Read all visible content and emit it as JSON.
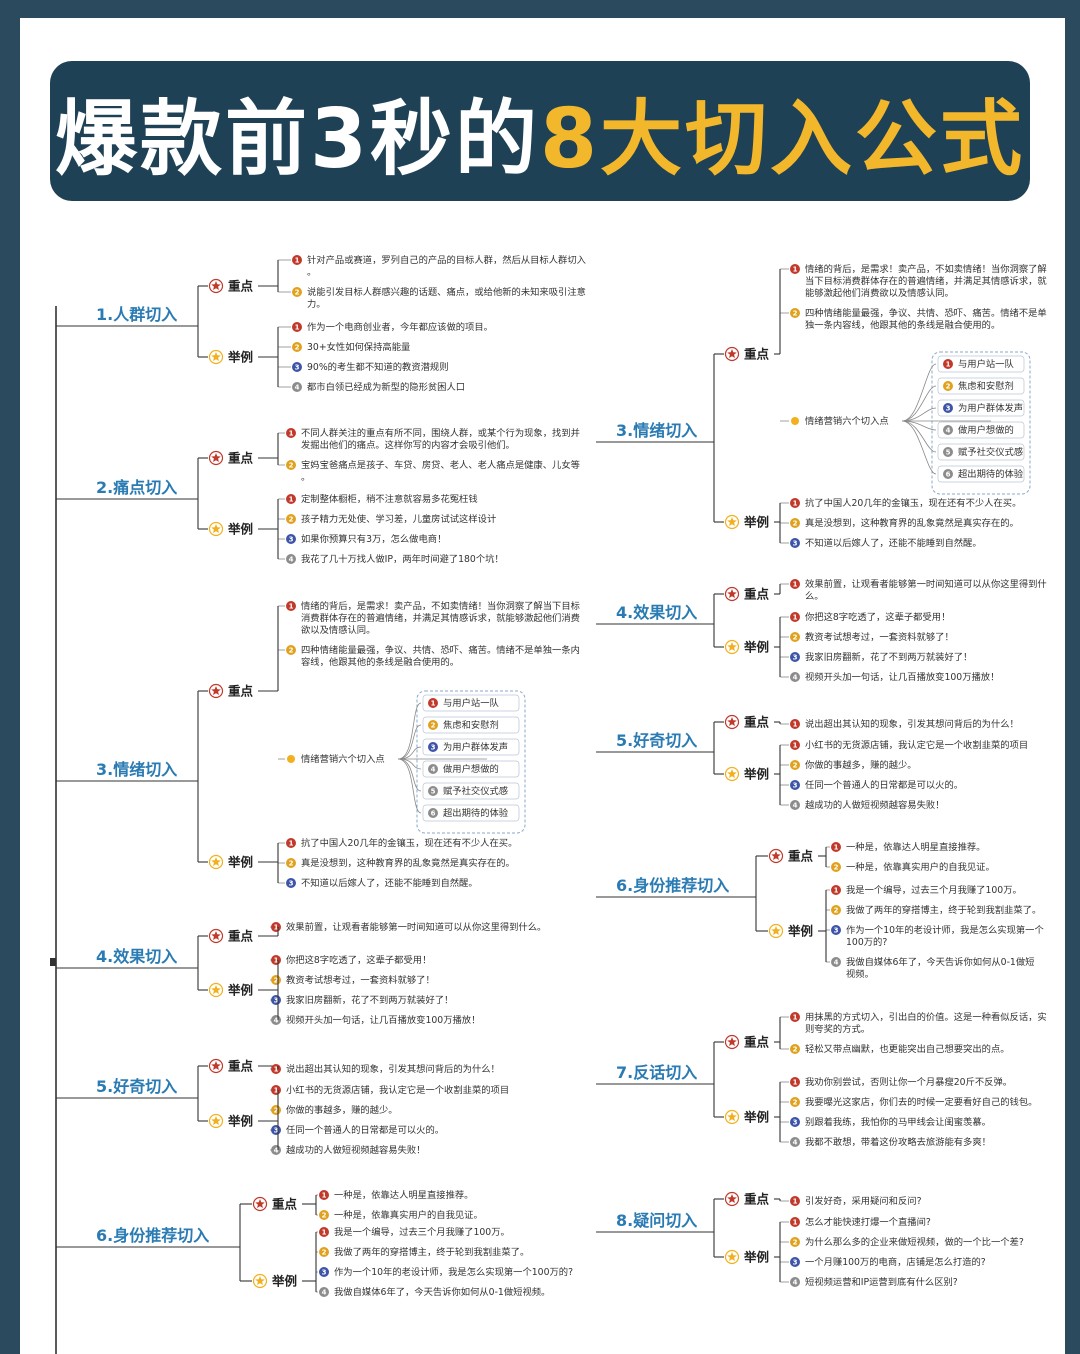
{
  "title": {
    "white": "爆款前3秒的",
    "yellow": "8大切入公式"
  },
  "tags": {
    "key": "重点",
    "example": "举例"
  },
  "colors": {
    "banner_bg": "#1f4156",
    "accent": "#f3b72b",
    "section_text": "#2a7bb3",
    "key_icon": "#c0392b",
    "example_icon": "#f2b01e"
  },
  "icons": {
    "key": "red-star-icon",
    "example": "yellow-star-icon",
    "numbers": "numbered-circle-icon"
  },
  "sections": [
    {
      "id": "s1",
      "label": "1.人群切入",
      "key": [
        "针对产品或赛道，罗列自己的产品的目标人群，然后从目标人群切入。",
        "说能引发目标人群感兴趣的话题、痛点，或给他新的未知来吸引注意力。"
      ],
      "example": [
        "作为一个电商创业者，今年都应该做的项目。",
        "30+女性如何保持高能量",
        "90%的考生都不知道的教资潜规则",
        "都市白领已经成为新型的隐形贫困人口"
      ]
    },
    {
      "id": "s2",
      "label": "2.痛点切入",
      "key": [
        "不同人群关注的重点有所不同，围绕人群，或某个行为现象，找到并发掘出他们的痛点。这样你写的内容才会吸引他们。",
        "宝妈宝爸痛点是孩子、车贷、房贷、老人、老人痛点是健康、儿女等。"
      ],
      "example": [
        "定制整体橱柜，稍不注意就容易多花冤枉钱",
        "孩子精力无处使、学习差，儿童房试试这样设计",
        "如果你预算只有3万，怎么做电商！",
        "我花了几十万找人做IP，两年时间避了180个坑！"
      ]
    },
    {
      "id": "s3",
      "label": "3.情绪切入",
      "key": [
        "情绪的背后，是需求！卖产品，不如卖情绪！当你洞察了解当下目标消费群体存在的普遍情绪，并满足其情感诉求，就能够激起他们消费欲以及情感认同。",
        "四种情绪能量最强，争议、共情、恐吓、痛苦。情绪不是单独一条内容线，他跟其他的条线是融合使用的。",
        "情绪营销六个切入点"
      ],
      "emo": [
        "与用户站一队",
        "焦虑和安慰剂",
        "为用户群体发声",
        "做用户想做的",
        "赋予社交仪式感",
        "超出期待的体验"
      ],
      "example": [
        "抗了中国人20几年的金镶玉，现在还有不少人在买。",
        "真是没想到，这种教育界的乱象竟然是真实存在的。",
        "不知道以后嫁人了，还能不能睡到自然醒。"
      ]
    },
    {
      "id": "s4",
      "label": "4.效果切入",
      "key": [
        "效果前置，让观看者能够第一时间知道可以从你这里得到什么。"
      ],
      "example": [
        "你把这8字吃透了，这辈子都受用！",
        "教资考试想考过，一套资料就够了！",
        "我家旧房翻新，花了不到两万就装好了！",
        "视频开头加一句话，让几百播放变100万播放！"
      ]
    },
    {
      "id": "s5",
      "label": "5.好奇切入",
      "key": [
        "说出超出其认知的现象，引发其想问背后的为什么！"
      ],
      "example": [
        "小红书的无货源店铺，我认定它是一个收割韭菜的项目",
        "你做的事越多，赚的越少。",
        "任同一个普通人的日常都是可以火的。",
        "越成功的人做短视频越容易失败！"
      ]
    },
    {
      "id": "s6",
      "label": "6.身份推荐切入",
      "key": [
        "一种是，依靠达人明星直接推荐。",
        "一种是，依靠真实用户的自我见证。"
      ],
      "example": [
        "我是一个编导，过去三个月我赚了100万。",
        "我做了两年的穿搭博主，终于轮到我割韭菜了。",
        "作为一个10年的老设计师，我是怎么实现第一个100万的?",
        "我做自媒体6年了，今天告诉你如何从0-1做短视频。"
      ]
    },
    {
      "id": "s7",
      "label": "7.反话切入",
      "key": [
        "用抹黑的方式切入，引出白的价值。这是一种看似反话，实则夸奖的方式。",
        "轻松又带点幽默，也更能突出自己想要突出的点。"
      ],
      "example": [
        "我劝你别尝试，否则让你一个月暴瘦20斤不反弹。",
        "我要曝光这家店，你们去的时候一定要看好自己的钱包。",
        "别跟着我练，我怕你的马甲线会让闺蜜羡慕。",
        "我都不敢想，带着这份攻略去旅游能有多爽！"
      ]
    },
    {
      "id": "s8",
      "label": "8.疑问切入",
      "key": [
        "引发好奇，采用疑问和反问?"
      ],
      "example": [
        "怎么才能快速打爆一个直播间?",
        "为什么那么多的企业来做短视频，做的一个比一个差?",
        "一个月赚100万的电商，店铺是怎么打造的?",
        "短视频运营和IP运营到底有什么区别?"
      ]
    }
  ]
}
